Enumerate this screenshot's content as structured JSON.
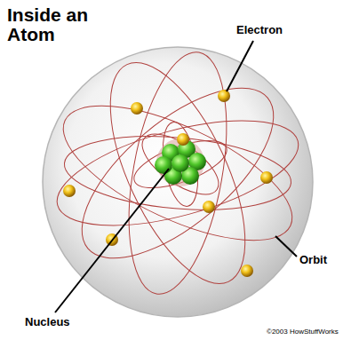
{
  "diagram": {
    "title": "Inside an Atom",
    "labels": [
      "Electron",
      "Nucleus",
      "Orbit",
      "©2003 HowStuffWorks"
    ]
  }
}
